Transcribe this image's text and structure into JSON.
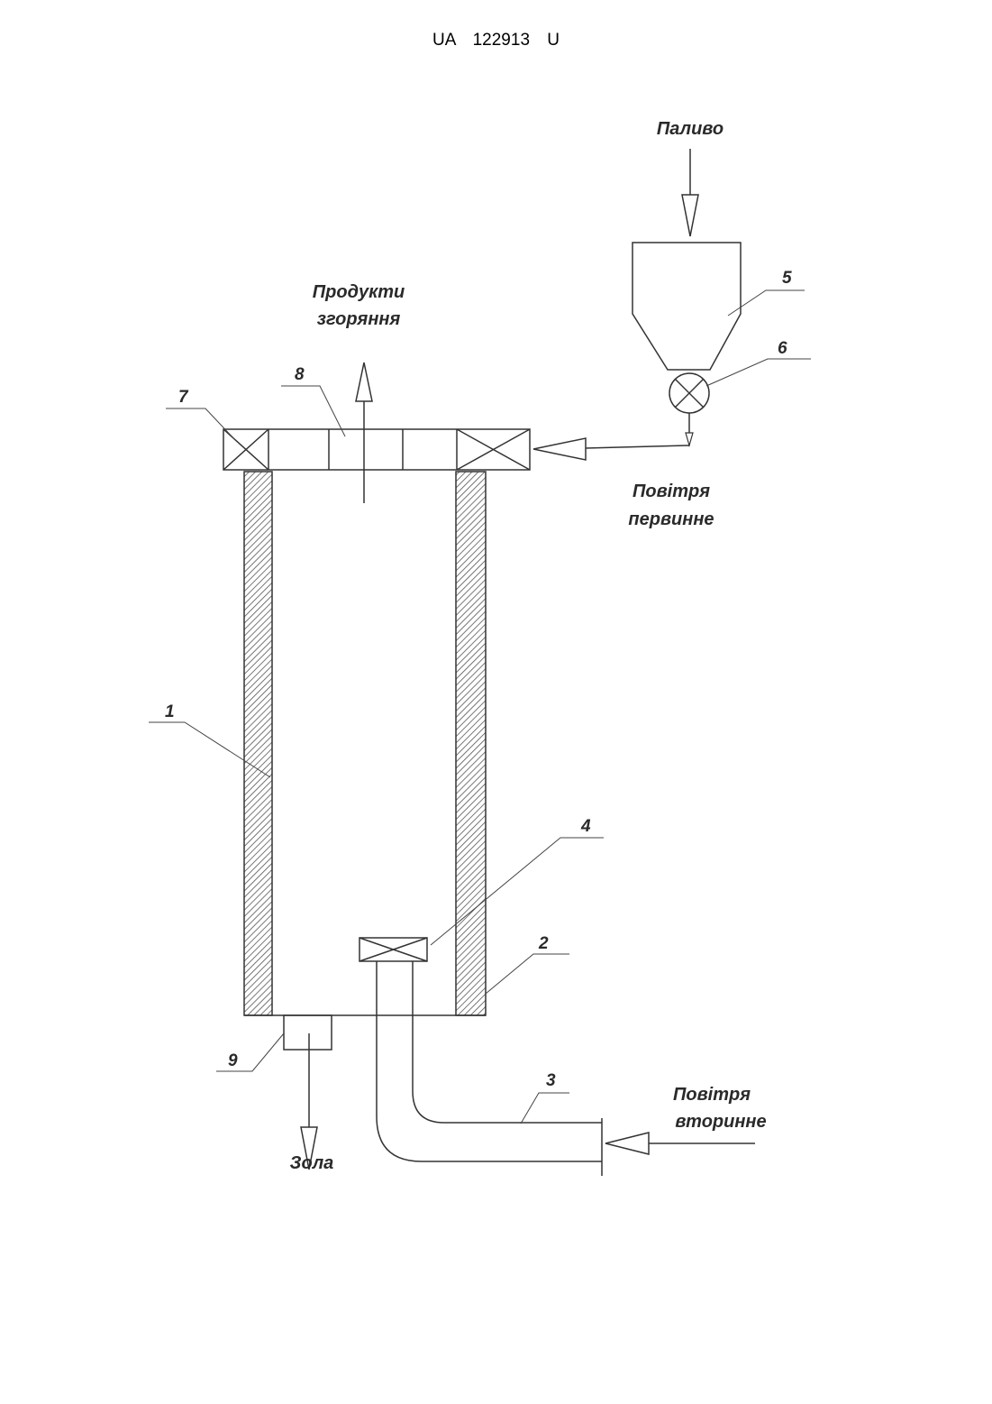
{
  "header": {
    "doc_id": "UA   122913   U"
  },
  "flows": {
    "fuel": "Паливо",
    "products_line1": "Продукти",
    "products_line2": "згоряння",
    "primary_air_line1": "Повітря",
    "primary_air_line2": "первинне",
    "secondary_air_line1": "Повітря",
    "secondary_air_line2": "вторинне",
    "ash": "Зола"
  },
  "callouts": [
    "1",
    "2",
    "3",
    "4",
    "5",
    "6",
    "7",
    "8",
    "9"
  ]
}
